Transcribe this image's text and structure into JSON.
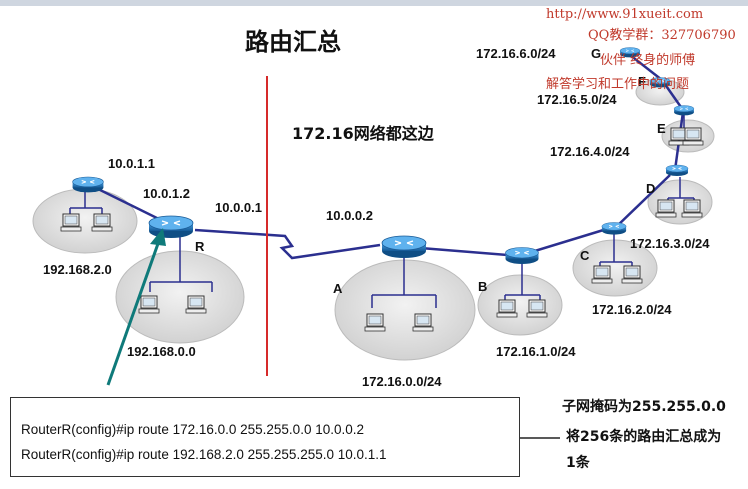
{
  "title": "路由汇总",
  "subtitle": "172.16网络都这边",
  "labels": {
    "ip_10_0_1_1": "10.0.1.1",
    "ip_10_0_1_2": "10.0.1.2",
    "ip_10_0_0_1": "10.0.0.1",
    "ip_10_0_0_2": "10.0.0.2",
    "net_192_168_2_0": "192.168.2.0",
    "net_192_168_0_0": "192.168.0.0",
    "net_172_16_0_0": "172.16.0.0/24",
    "net_172_16_1_0": "172.16.1.0/24",
    "net_172_16_2_0": "172.16.2.0/24",
    "net_172_16_3_0": "172.16.3.0/24",
    "net_172_16_4_0": "172.16.4.0/24",
    "net_172_16_5_0": "172.16.5.0/24",
    "net_172_16_6_0": "172.16.6.0/24"
  },
  "routers": {
    "R": "R",
    "A": "A",
    "B": "B",
    "C": "C",
    "D": "D",
    "E": "E",
    "F": "F",
    "G": "G"
  },
  "commands": [
    "RouterR(config)#ip route 172.16.0.0  255.255.0.0 10.0.0.2",
    "RouterR(config)#ip route 192.168.2.0 255.255.255.0 10.0.1.1"
  ],
  "note": {
    "line1": "子网掩码为255.255.0.0",
    "line2": "将256条的路由汇总成为",
    "line3": "1条"
  },
  "watermark": {
    "url": "http://www.91xueit.com",
    "qq": "QQ教学群：327706790",
    "line3": "伙伴 终身的师傅",
    "line4": "解答学习和工作中的问题"
  },
  "colors": {
    "link": "#2b2f8f",
    "router": "#1f6fb3",
    "divider": "#d62a2a",
    "arrow": "#0f7a7a",
    "cloud": "#dcdcdc",
    "watermark": "#c0392b"
  }
}
